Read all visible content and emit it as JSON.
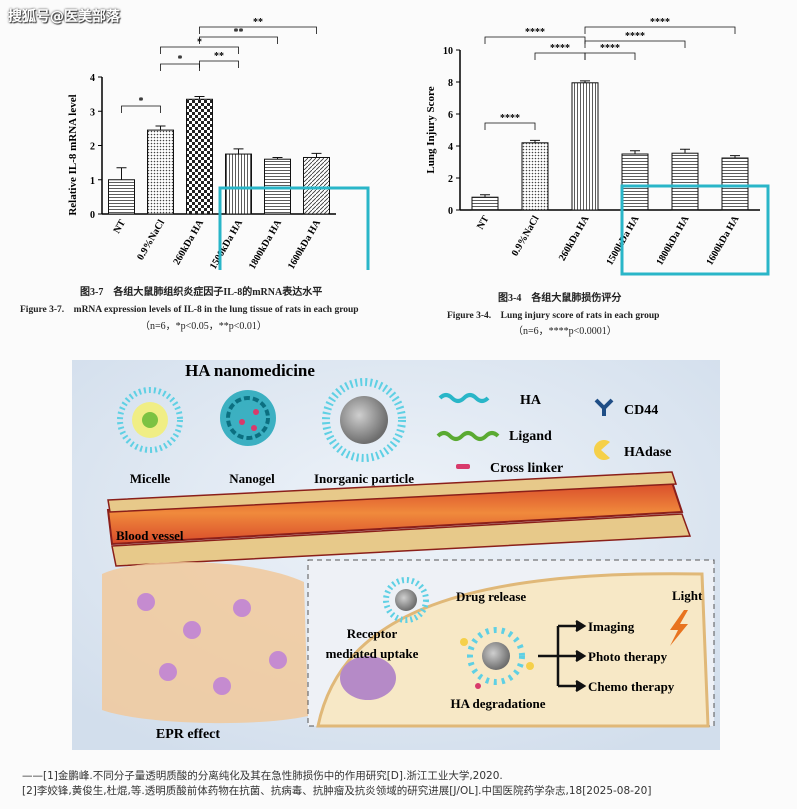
{
  "watermark": "搜狐号@医美部落",
  "chart_data": [
    {
      "type": "bar",
      "ylabel": "Relative IL-8 mRNA level",
      "categories": [
        "NT",
        "0.9%NaCl",
        "260kDa HA",
        "1500kDa HA",
        "1800kDa HA",
        "1600kDa HA"
      ],
      "values": [
        1.0,
        2.45,
        3.35,
        1.75,
        1.6,
        1.65
      ],
      "errors": [
        0.35,
        0.12,
        0.08,
        0.15,
        0.05,
        0.12
      ],
      "ylim": [
        0,
        4
      ],
      "yticks": [
        "0",
        "1",
        "2",
        "3",
        "4"
      ],
      "significance": [
        "*",
        "*",
        "*",
        "**",
        "**",
        "**"
      ],
      "caption_cn": "图3-7　各组大鼠肺组织炎症因子IL-8的mRNA表达水平",
      "caption_en": "Figure 3-7.　mRNA expression levels of IL-8 in the lung tissue of rats in each group",
      "caption_n": "（n=6，*p<0.05，**p<0.01）"
    },
    {
      "type": "bar",
      "ylabel": "Lung Injury Score",
      "categories": [
        "NT",
        "0.9%NaCl",
        "260kDa HA",
        "1500kDa HA",
        "1800kDa HA",
        "1600kDa HA"
      ],
      "values": [
        0.8,
        4.2,
        7.95,
        3.5,
        3.55,
        3.25
      ],
      "errors": [
        0.15,
        0.15,
        0.12,
        0.2,
        0.25,
        0.15
      ],
      "ylim": [
        0,
        10
      ],
      "yticks": [
        "0",
        "2",
        "4",
        "6",
        "8",
        "10"
      ],
      "significance": [
        "****",
        "****",
        "****",
        "****",
        "****",
        "****"
      ],
      "caption_cn": "图3-4　各组大鼠肺损伤评分",
      "caption_en": "Figure 3-4.　Lung injury score of rats in each group",
      "caption_n": "（n=6，****p<0.0001）"
    }
  ],
  "illustration": {
    "title": "HA nanomedicine",
    "particles": [
      "Micelle",
      "Nanogel",
      "Inorganic particle"
    ],
    "legend": [
      "HA",
      "Ligand",
      "Cross linker",
      "CD44",
      "HAdase"
    ],
    "blood_vessel": "Blood vessel",
    "epr": "EPR effect",
    "receptor": "Receptor",
    "mediated": "mediated uptake",
    "drug_release": "Drug release",
    "degradation": "HA degradatione",
    "light": "Light",
    "therapies": [
      "Imaging",
      "Photo therapy",
      "Chemo therapy"
    ]
  },
  "references": [
    "——[1]金鹏峰.不同分子量透明质酸的分离纯化及其在急性肺损伤中的作用研究[D].浙江工业大学,2020.",
    "[2]李姣锋,黄俊生,杜焜,等.透明质酸前体药物在抗菌、抗病毒、抗肿瘤及抗炎领域的研究进展[J/OL].中国医院药学杂志,18[2025-08-20]"
  ],
  "colors": {
    "highlight": "#29b6c8",
    "vessel": "#c0392b",
    "background_panel": "#dbe6f2"
  }
}
